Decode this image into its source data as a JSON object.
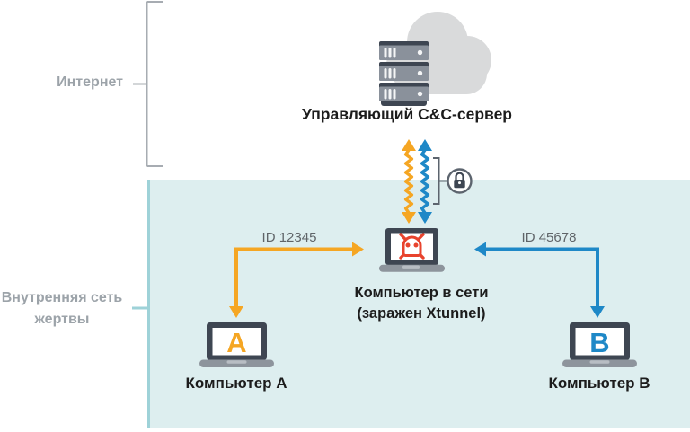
{
  "colors": {
    "orange": "#F5A623",
    "blue": "#1E88C7",
    "red": "#E8432D",
    "dark": "#3E4652",
    "server_gray": "#8A919B",
    "base_gray": "#8D949C",
    "cloud_gray": "#D9DADB",
    "teal_bg": "#DDEEEF",
    "teal_line": "#9ED2D8",
    "bracket_gray": "#A7ACB2",
    "lock_gray": "#5C646E",
    "text_dark": "#1C1C1C",
    "text_gray": "#9CA3A9",
    "id_text": "#5F6468"
  },
  "diagram": {
    "zones": {
      "internet": {
        "label": "Интернет"
      },
      "victim_network": {
        "label_line1": "Внутренняя сеть",
        "label_line2": "жертвы"
      }
    },
    "nodes": {
      "cnc_server": {
        "label": "Управляющий C&C-сервер",
        "icon": "server-cloud-icon"
      },
      "infected_computer": {
        "label_line1": "Компьютер в сети",
        "label_line2": "(заражен Xtunnel)",
        "icon": "laptop-skull-icon"
      },
      "computer_a": {
        "label": "Компьютер A",
        "screen_letter": "A",
        "letter_color": "#F5A623",
        "icon": "laptop-a-icon"
      },
      "computer_b": {
        "label": "Компьютер B",
        "screen_letter": "B",
        "letter_color": "#1E88C7",
        "icon": "laptop-b-icon"
      }
    },
    "connections": {
      "a_to_infected": {
        "label": "ID 12345",
        "color": "#F5A623",
        "style": "elbow-double-arrow"
      },
      "b_to_infected": {
        "label": "ID 45678",
        "color": "#1E88C7",
        "style": "elbow-double-arrow"
      },
      "tunnel_orange": {
        "color": "#F5A623",
        "style": "wavy-double-arrow"
      },
      "tunnel_blue": {
        "color": "#1E88C7",
        "style": "wavy-double-arrow"
      },
      "tunnel_lock": {
        "icon": "lock-icon"
      }
    }
  }
}
